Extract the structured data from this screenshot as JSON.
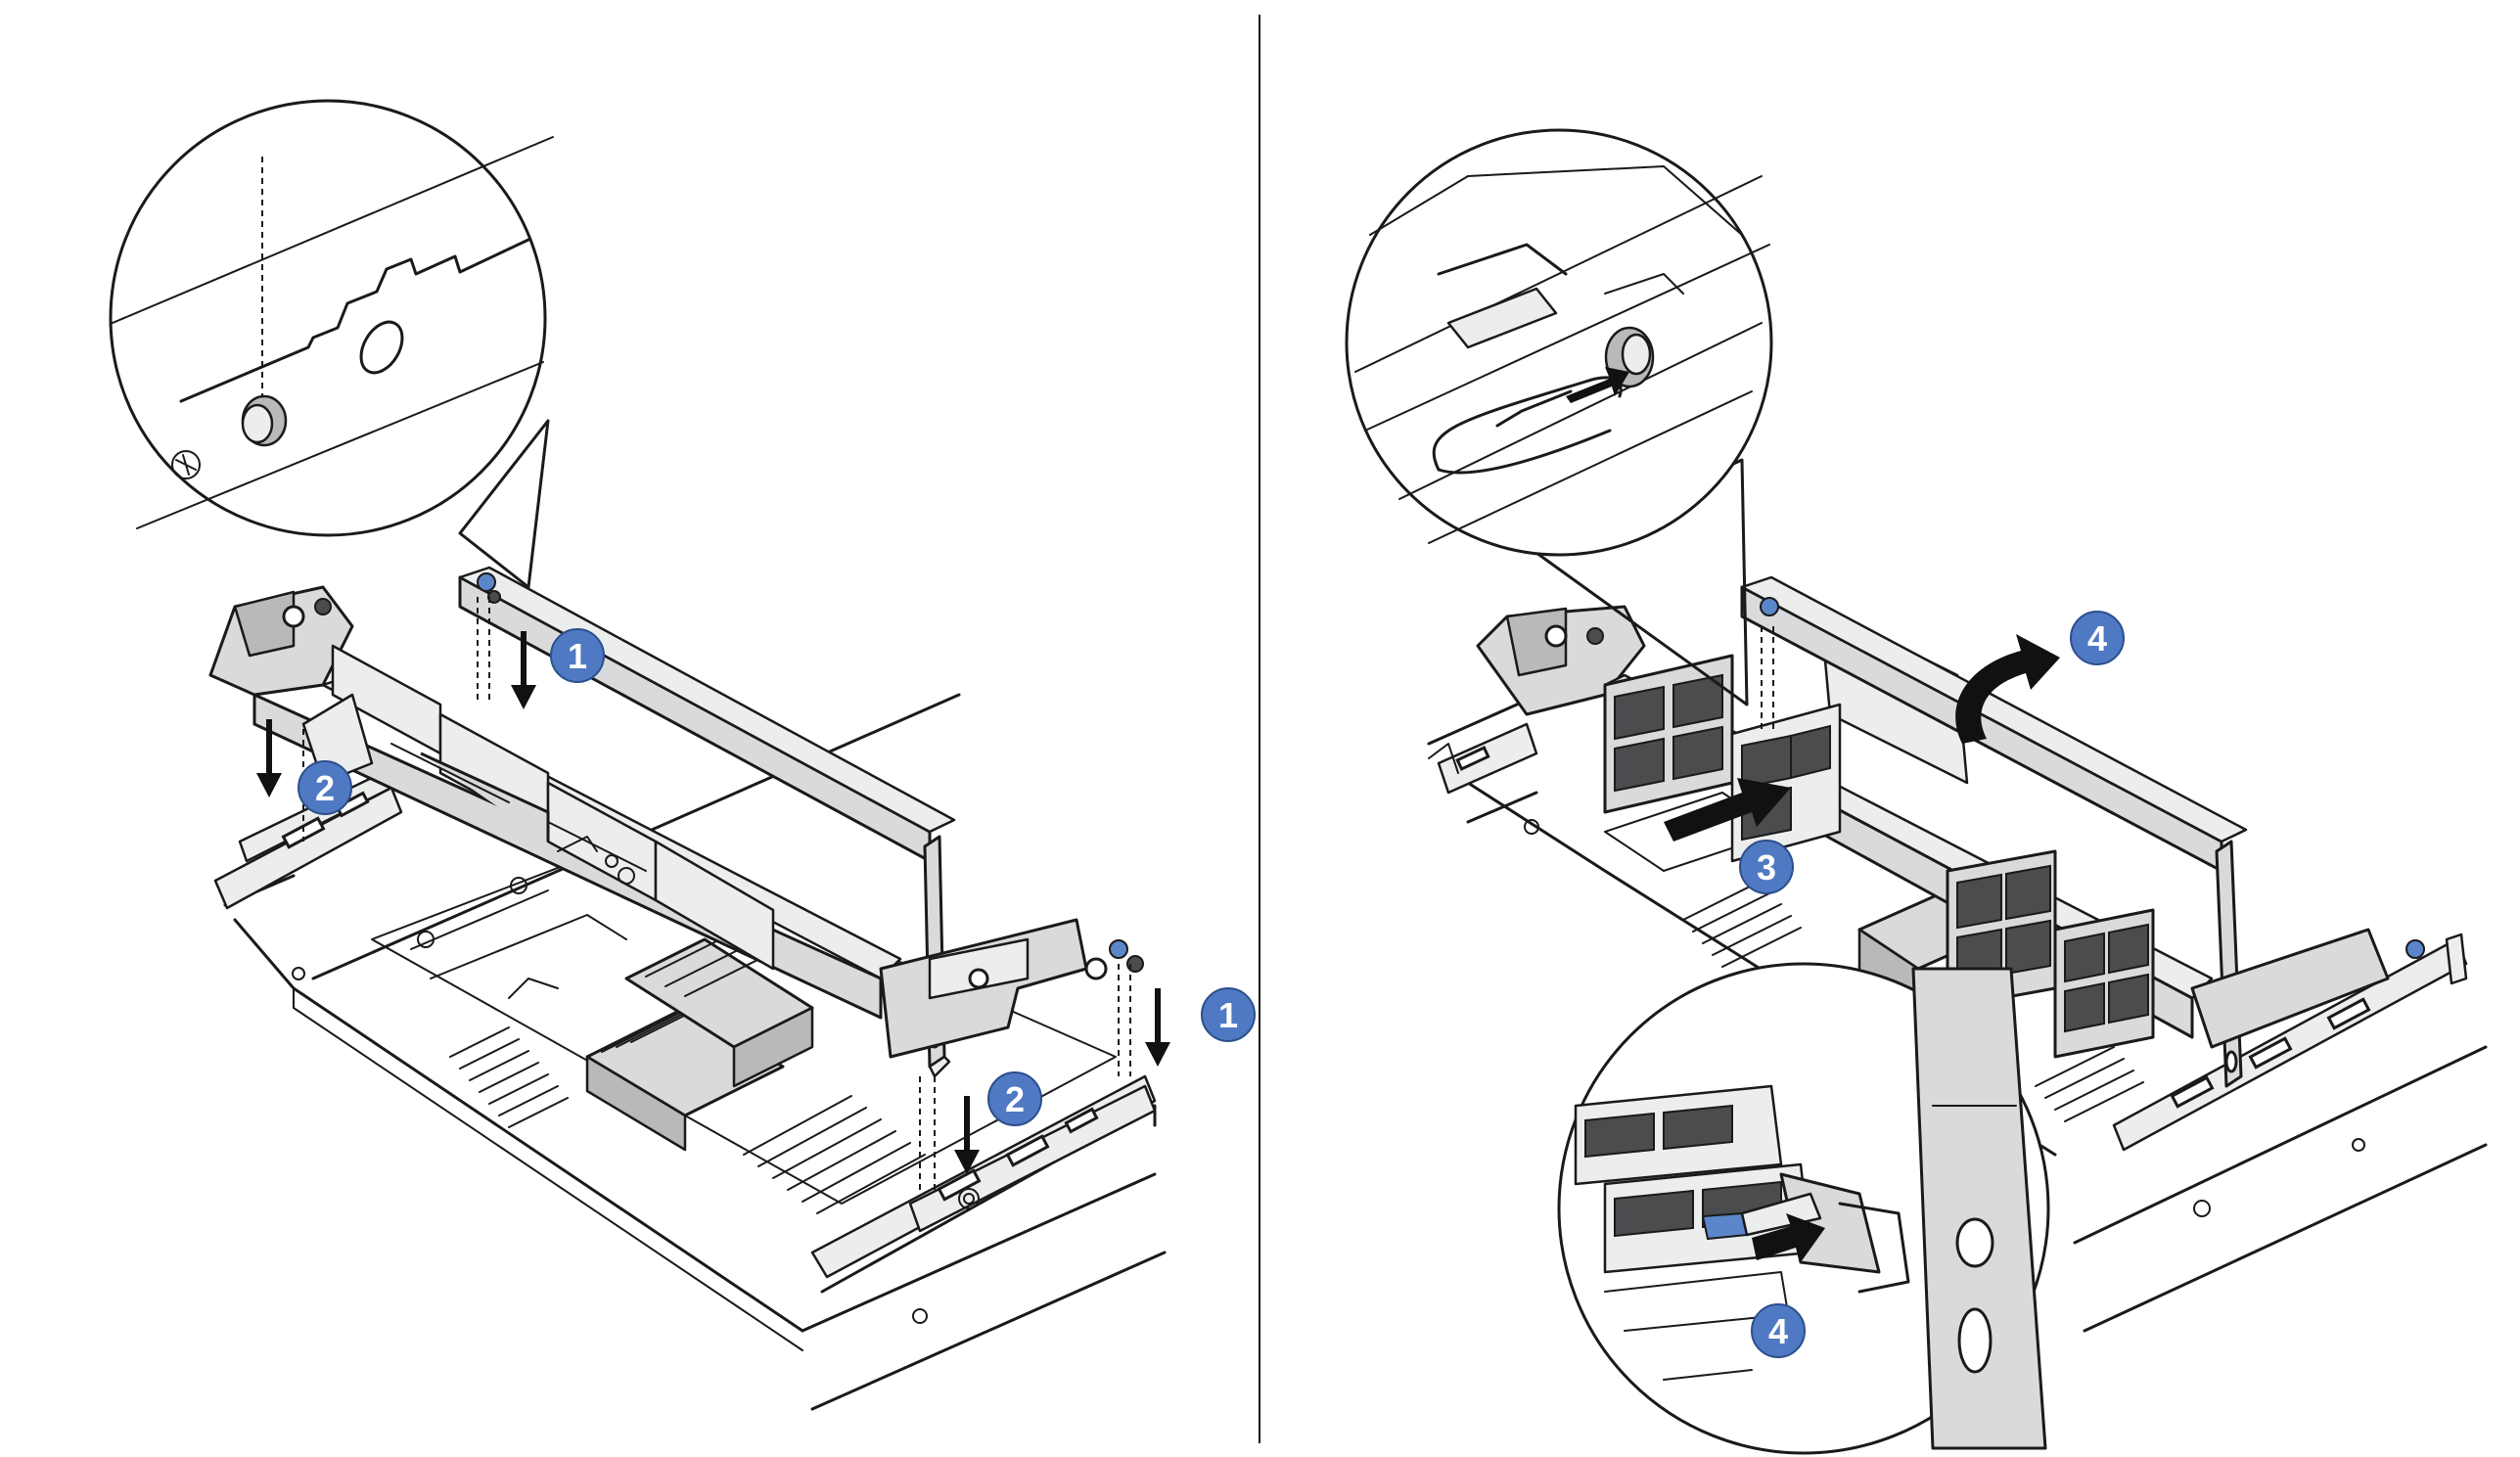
{
  "callouts": {
    "left": {
      "step1_top": "1",
      "step1_right": "1",
      "step2_left": "2",
      "step2_bottom": "2"
    },
    "right": {
      "step3": "3",
      "step4_top": "4",
      "step4_inset": "4"
    }
  },
  "colors": {
    "badge": "#4f79c2",
    "pin": "#5b86c9",
    "metal": "#d9dadb",
    "line": "#1a1a1a"
  }
}
